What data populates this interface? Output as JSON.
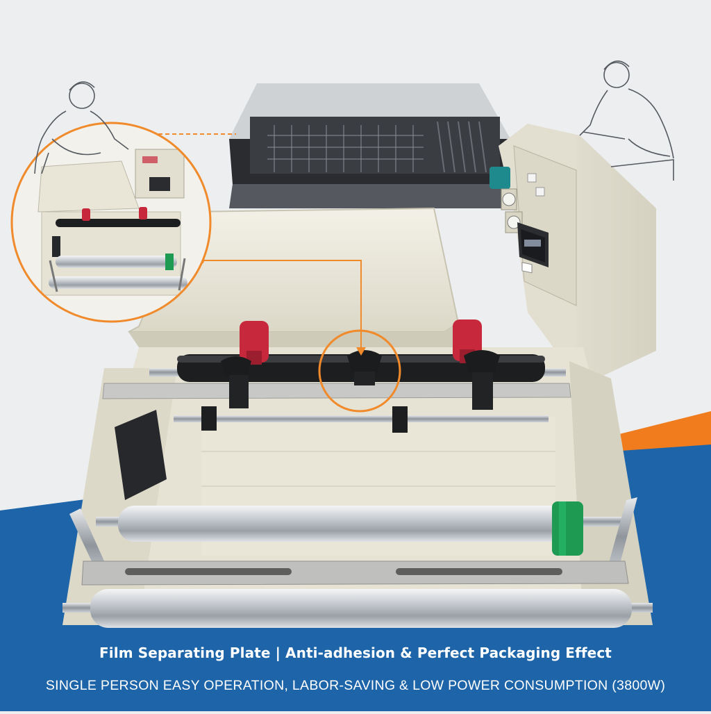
{
  "colors": {
    "background": "#eceef0",
    "blue_band": "#1d64a8",
    "orange_stripe": "#f07c1e",
    "machine_cream": "#ece9dc",
    "callout_orange": "#f08a2a",
    "knob_red": "#c8283c",
    "roller_green": "#1f9a52"
  },
  "caption": {
    "title": "Film Separating Plate | Anti-adhesion & Perfect Packaging Effect",
    "subtitle": "SINGLE PERSON EASY OPERATION, LABOR-SAVING & LOW POWER CONSUMPTION (3800W)"
  },
  "icons": [
    "operator-sketch-left",
    "operator-sketch-right",
    "zoom-callout-circle",
    "detail-callout-circle"
  ]
}
